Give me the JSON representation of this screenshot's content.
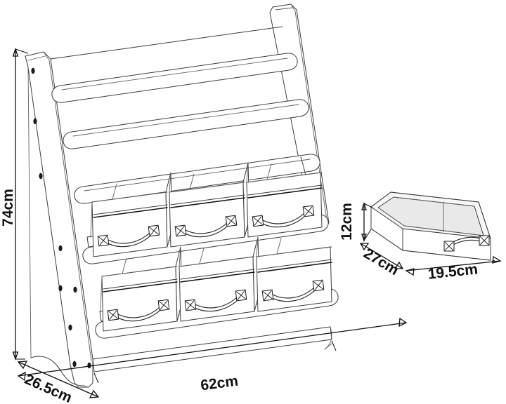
{
  "document": {
    "type": "technical-dimension-drawing",
    "subject": "children bookshelf with 6 storage bins",
    "background_color": "#ffffff",
    "line_color": "#3c3c3c",
    "label_color": "#101010"
  },
  "dimensions": {
    "height": {
      "value": "74cm",
      "orientation": "vertical",
      "location": "left"
    },
    "width": {
      "value": "62cm",
      "orientation": "horizontal",
      "location": "bottom"
    },
    "depth": {
      "value": "26.5cm",
      "orientation": "diagonal",
      "location": "bottom-left"
    }
  },
  "detail_view": {
    "label": "storage bin detail",
    "height": {
      "value": "12cm",
      "orientation": "vertical",
      "location": "left"
    },
    "depth": {
      "value": "27cm",
      "orientation": "diagonal",
      "location": "bottom-left"
    },
    "width": {
      "value": "19.5cm",
      "orientation": "diagonal",
      "location": "bottom-right"
    }
  },
  "structure": {
    "sling_shelf_rails": 3,
    "bin_rows": 2,
    "bins_per_row": 3,
    "bins_total": 6,
    "side_panels": 2,
    "handles_per_bin": 1,
    "screw_plates_per_handle": 2
  }
}
